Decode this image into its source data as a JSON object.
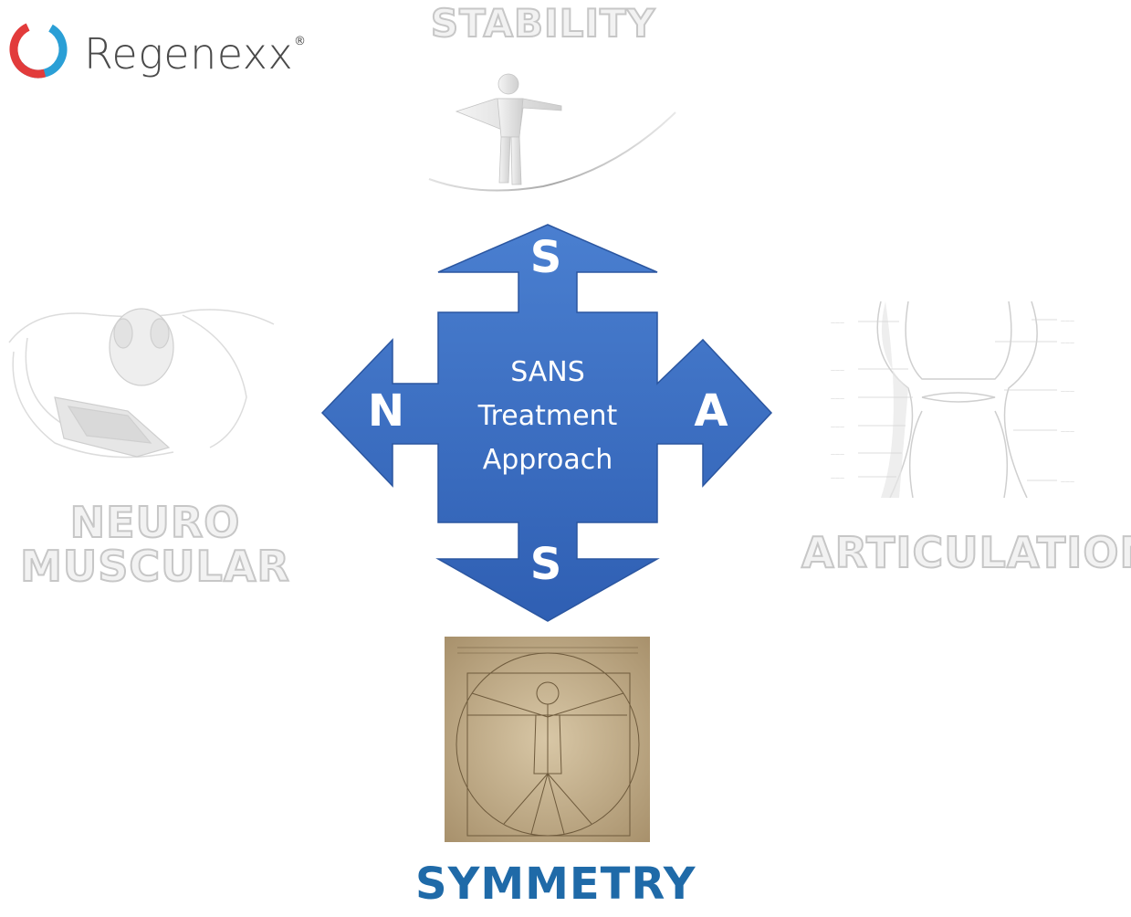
{
  "logo": {
    "brand_name": "Regenexx",
    "registered_mark": "®"
  },
  "headings": {
    "top": "STABILITY",
    "left_line1": "NEURO",
    "left_line2": "MUSCULAR",
    "right": "ARTICULATION",
    "bottom": "SYMMETRY"
  },
  "arrow": {
    "top_letter": "S",
    "left_letter": "N",
    "right_letter": "A",
    "bottom_letter": "S",
    "center_line1": "SANS",
    "center_line2": "Treatment",
    "center_line3": "Approach"
  },
  "colors": {
    "arrow_fill": "#3a6cc0",
    "symmetry_text": "#1f6aa8",
    "faded_text": "#c7c7c7",
    "logo_ring_blue": "#2a9fd6",
    "logo_ring_red": "#e23b3b",
    "logo_text": "#4a4a4a"
  }
}
